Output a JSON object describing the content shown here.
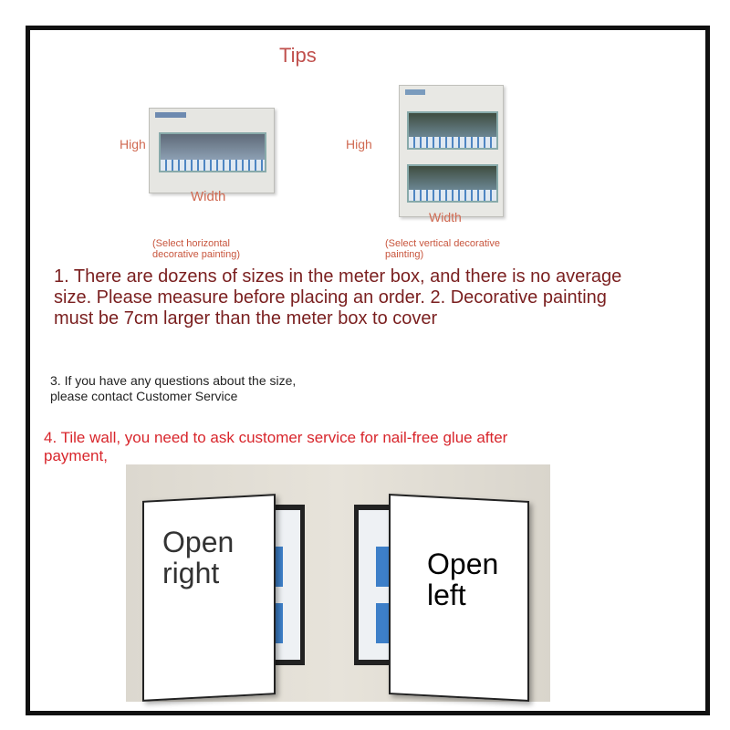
{
  "tips_title": "Tips",
  "horizontal": {
    "high_label": "High",
    "width_label": "Width",
    "note_line1": "(Select horizontal",
    "note_line2": "decorative painting)"
  },
  "vertical": {
    "high_label": "High",
    "width_label": "Width",
    "note_line1": "(Select vertical decorative",
    "note_line2": "painting)"
  },
  "note1": "1. There are dozens of sizes in the meter box, and there is no average size. Please measure before placing an order. 2. Decorative painting must be 7cm larger than the meter box to cover",
  "note3_line1": "3. If you have any questions about the size,",
  "note3_line2": "please contact Customer Service",
  "note4": "4. Tile wall, you need to ask customer service for nail-free glue after payment,",
  "door_left": {
    "line1": "Open",
    "line2": "right"
  },
  "door_right": {
    "line1": "Open",
    "line2": "left"
  },
  "colors": {
    "frame": "#111111",
    "tips": "#c0504d",
    "note1": "#7a1f1f",
    "note4": "#d8262c"
  }
}
